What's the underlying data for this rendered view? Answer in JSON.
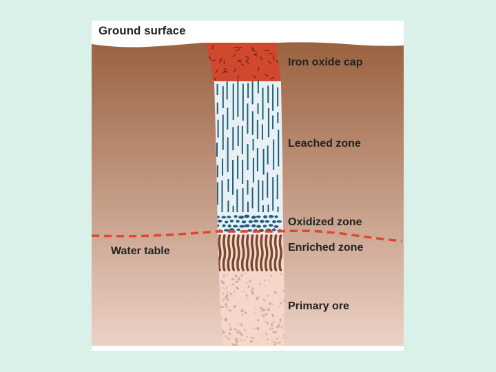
{
  "labels": {
    "ground_surface": "Ground surface",
    "iron_oxide_cap": "Iron oxide cap",
    "leached_zone": "Leached zone",
    "oxidized_zone": "Oxidized zone",
    "water_table": "Water table",
    "enriched_zone": "Enriched zone",
    "primary_ore": "Primary ore"
  },
  "colors": {
    "page_background": "#daf1ea",
    "soil_top": "#9a6240",
    "soil_bottom": "#ecd2c6",
    "iron_oxide_cap": "#d0492f",
    "leached_zone": "#e8f0f4",
    "leached_marks": "#1d5f7c",
    "oxidized_nodules": "#1d5f7c",
    "enriched_marks": "#7b4730",
    "enriched_background": "#f3d9cc",
    "primary_ore": "#f4d7ca",
    "primary_ore_specks": "#d7a9a0",
    "water_table_line": "#e0482a"
  }
}
